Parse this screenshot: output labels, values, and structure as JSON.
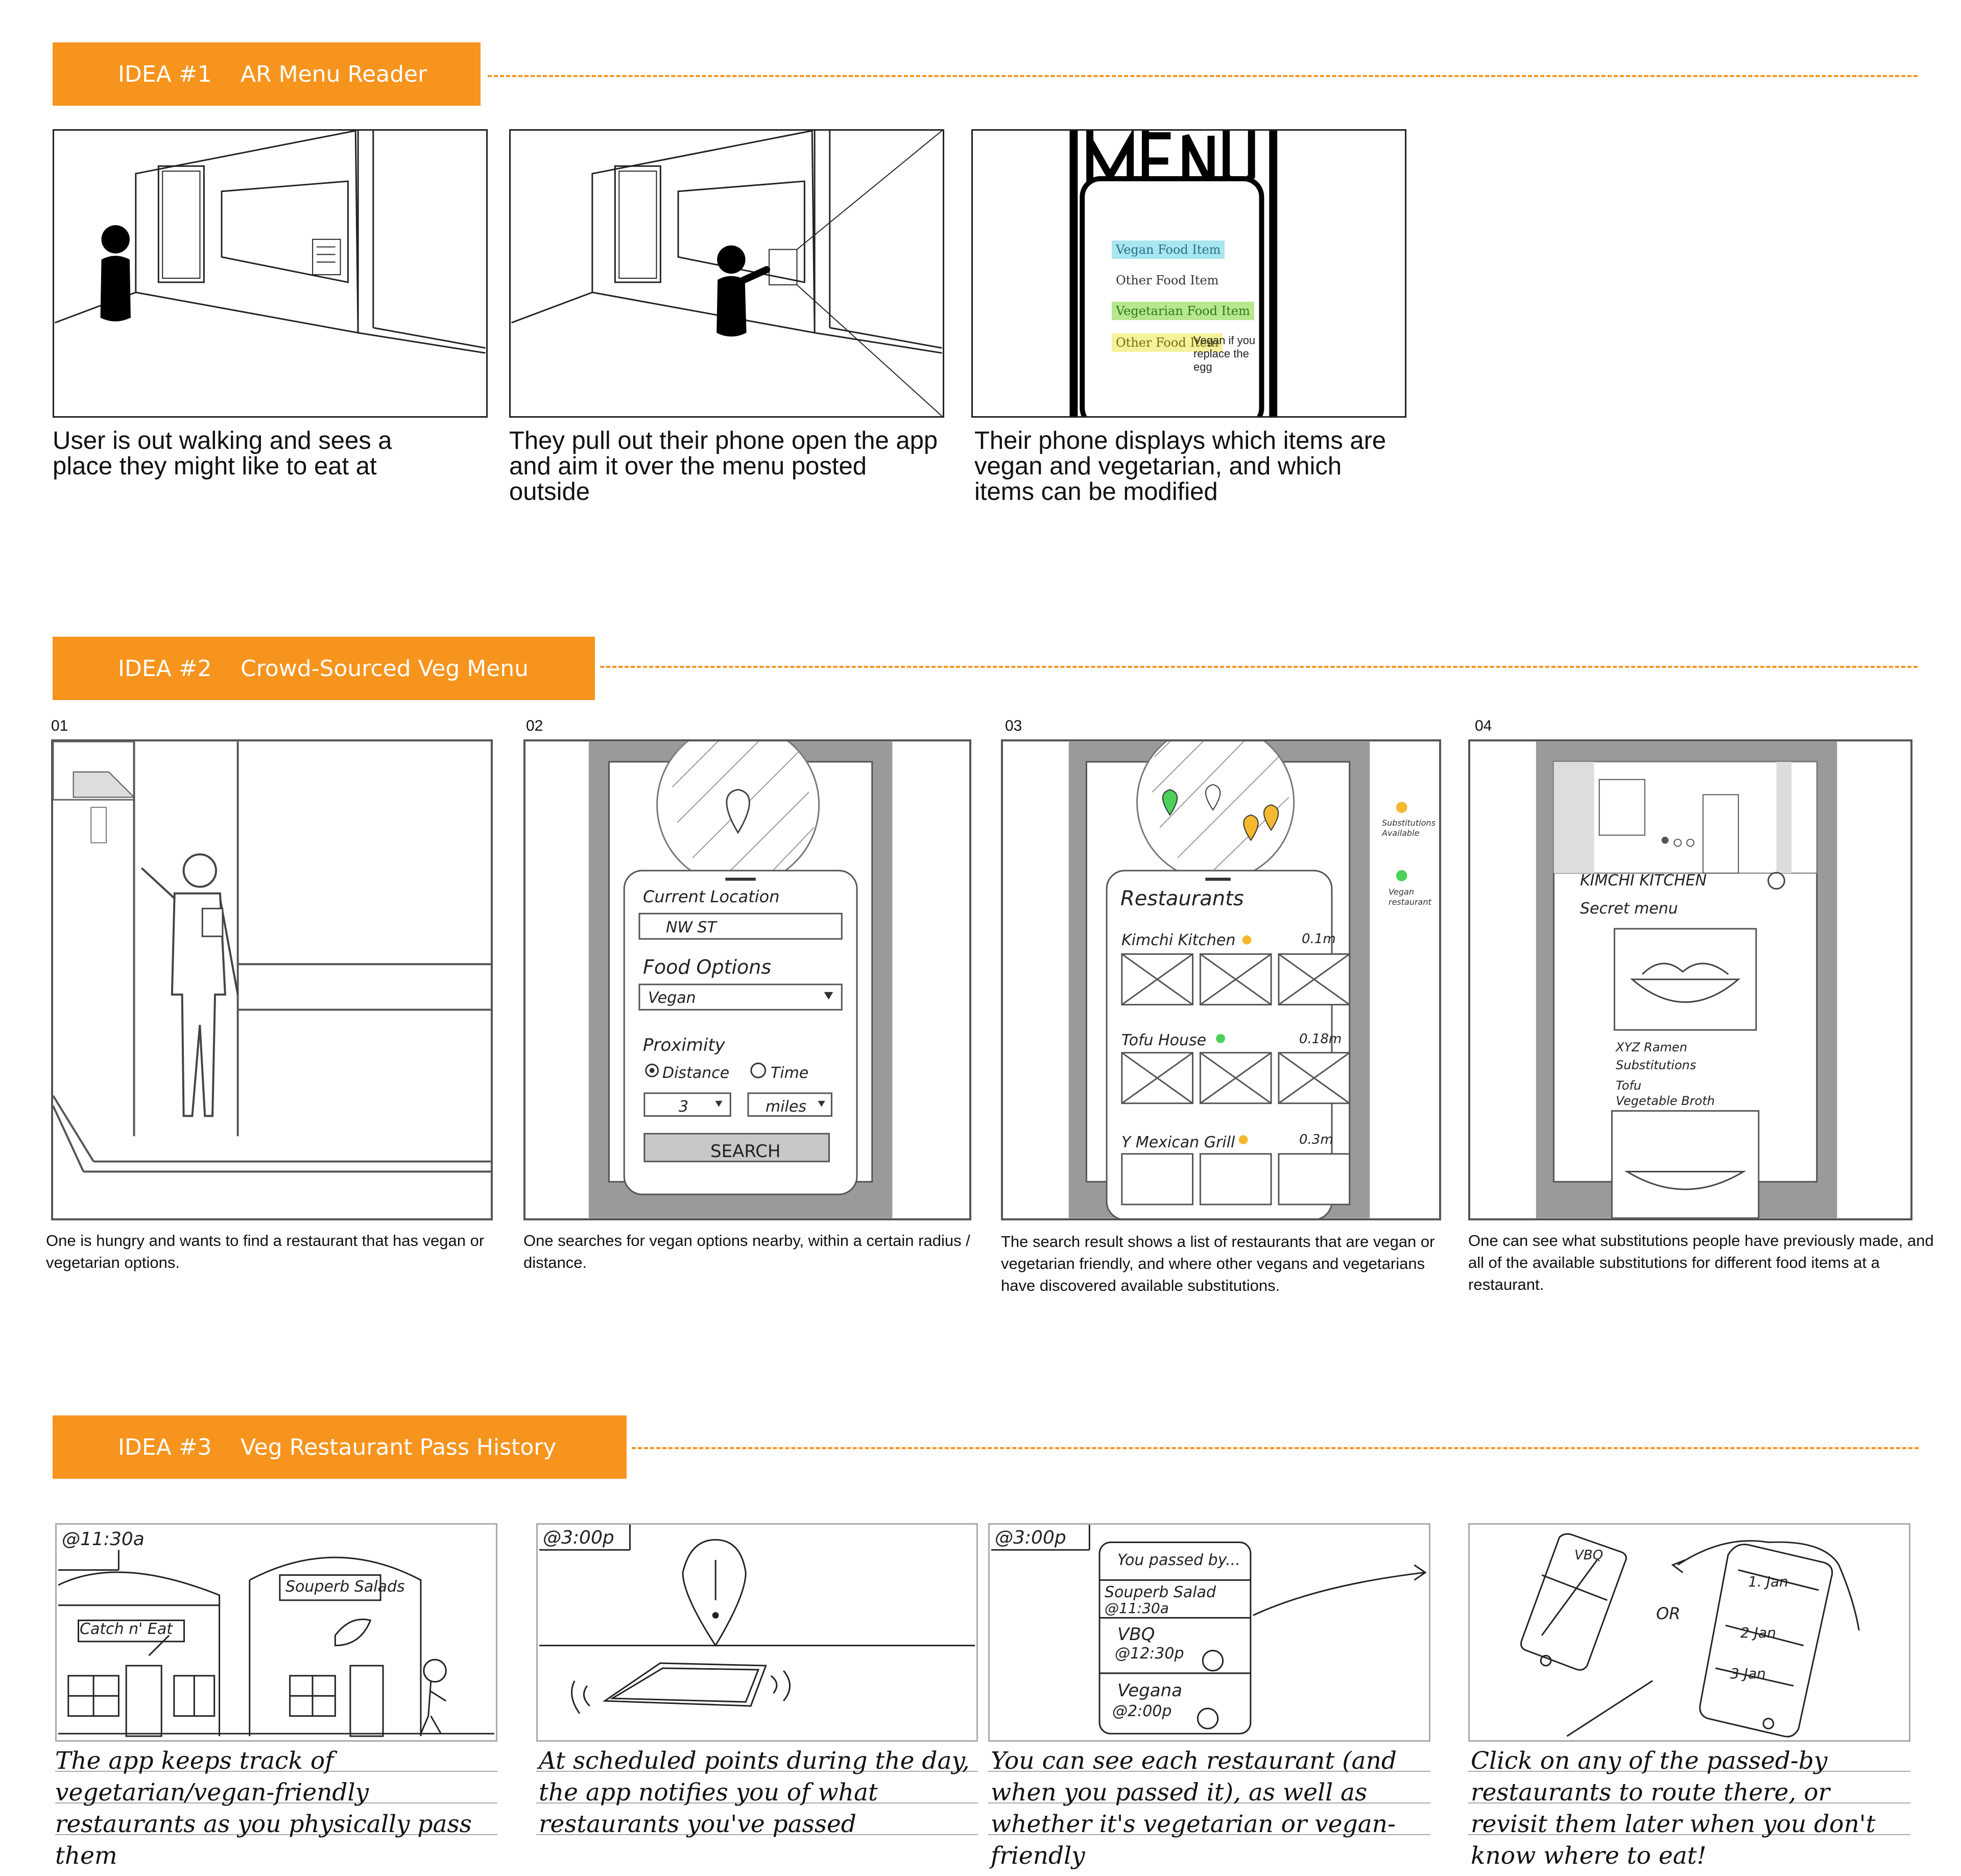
{
  "idea1": {
    "number": "IDEA #1",
    "title": "AR Menu Reader",
    "captions": [
      "User is out walking and sees a place they might like to eat at",
      "They pull out their phone open the app and aim it over the menu posted outside",
      "Their phone displays which items are vegan and vegetarian, and which items can be modified"
    ],
    "phone": {
      "sign": "MENU",
      "items": [
        {
          "label": "Vegan Food Item",
          "color": "#a8e6f0"
        },
        {
          "label": "Other Food Item",
          "color": "#ffffff"
        },
        {
          "label": "Vegetarian Food Item",
          "color": "#b7e88e"
        },
        {
          "label": "Other Food Item",
          "color": "#f4f29a"
        }
      ],
      "note": "Vegan if you replace the egg"
    }
  },
  "idea2": {
    "number": "IDEA #2",
    "title": "Crowd-Sourced Veg Menu",
    "steps": [
      {
        "num": "01",
        "caption": "One is hungry and wants to find a restaurant that has vegan or vegetarian options."
      },
      {
        "num": "02",
        "caption": "One searches for vegan options nearby, within a certain radius / distance."
      },
      {
        "num": "03",
        "caption": "The search result shows a list of restaurants that are vegan or vegetarian friendly, and where other vegans and vegetarians have discovered available substitutions."
      },
      {
        "num": "04",
        "caption": "One can see what substitutions people have previously made, and all of the available substitutions for different food items at a restaurant."
      }
    ],
    "search_form": {
      "location_label": "Current Location",
      "location_value": "NW ST",
      "food_label": "Food Options",
      "food_value": "Vegan",
      "proximity_label": "Proximity",
      "opt_distance": "Distance",
      "opt_time": "Time",
      "amount": "3",
      "unit": "miles",
      "button": "SEARCH"
    },
    "results": {
      "heading": "Restaurants",
      "items": [
        {
          "name": "Kimchi Kitchen",
          "dist": "0.1m"
        },
        {
          "name": "Tofu House",
          "dist": "0.18m"
        },
        {
          "name": "Y Mexican Grill",
          "dist": "0.3m"
        }
      ],
      "legend_sub": "Substitutions Available",
      "legend_veg": "Vegan restaurant"
    },
    "detail": {
      "title": "KIMCHI KITCHEN",
      "subtitle": "Secret menu",
      "item": "XYZ Ramen",
      "subs": "Substitutions",
      "s1": "Tofu",
      "s2": "Vegetable Broth"
    },
    "colors": {
      "yellow": "#f5b82e",
      "green": "#4cd05a",
      "gray": "#9a9a9a"
    }
  },
  "idea3": {
    "number": "IDEA #3",
    "title": "Veg Restaurant Pass History",
    "captions": [
      "The app keeps track of vegetarian/vegan-friendly restaurants as you physically pass them",
      "At scheduled points during the day, the app notifies you of what restaurants you've passed",
      "You can see each restaurant (and when you passed it), as well as whether it's vegetarian or vegan-friendly",
      "Click on any of the passed-by restaurants to route there, or revisit them later when you don't know where to eat!"
    ],
    "panel1": {
      "time": "@11:30a",
      "shop1": "Catch n' Eat",
      "shop2": "Souperb Salads"
    },
    "panel2": {
      "time": "@3:00p"
    },
    "panel3": {
      "time": "@3:00p",
      "header": "You passed by...",
      "entries": [
        {
          "name": "Souperb Salad",
          "time": "@11:30a"
        },
        {
          "name": "VBQ",
          "time": "@12:30p"
        },
        {
          "name": "Vegana",
          "time": "@2:00p"
        }
      ]
    },
    "panel4": {
      "or": "OR",
      "map_label": "VBQ",
      "dates": [
        "1. Jan",
        "2 Jan",
        "3 Jan"
      ]
    }
  }
}
